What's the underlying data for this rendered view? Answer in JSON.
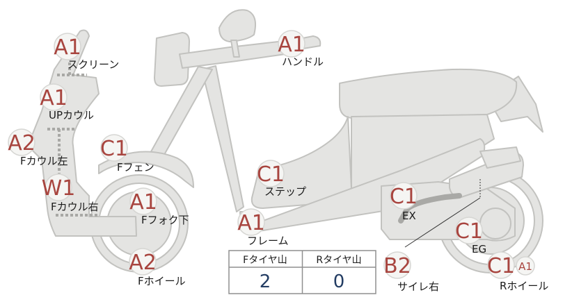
{
  "colors": {
    "body_fill": "#e4e4e2",
    "body_stroke": "#c2c2bf",
    "grade": "#a8453f",
    "circle_fill": "#f5f5f3",
    "circle_stroke": "#d6d6d3",
    "label": "#1a1a1a",
    "dotted": "#a8a8a5",
    "exhaust": "#a9a9a6",
    "table_border": "#8f8f8f",
    "table_value": "#233d63"
  },
  "parts": {
    "screen": {
      "grade": "A1",
      "label": "スクリーン"
    },
    "upper_cowl": {
      "grade": "A1",
      "label": "UPカウル"
    },
    "f_cowl_left": {
      "grade": "A2",
      "label": "Fカウル左"
    },
    "f_cowl_right": {
      "grade": "W1",
      "label": "Fカウル右"
    },
    "f_fender": {
      "grade": "C1",
      "label": "Fフェン"
    },
    "f_fork_lower": {
      "grade": "A1",
      "label": "Fフォク下"
    },
    "f_wheel": {
      "grade": "A2",
      "label": "Fホイール"
    },
    "handle": {
      "grade": "A1",
      "label": "ハンドル"
    },
    "frame": {
      "grade": "A1",
      "label": "フレーム"
    },
    "step": {
      "grade": "C1",
      "label": "ステップ"
    },
    "exhaust": {
      "grade": "C1",
      "label": "EX"
    },
    "engine": {
      "grade": "C1",
      "label": "EG"
    },
    "r_wheel": {
      "grade": "C1",
      "grade_secondary": "A1",
      "label": "Rホイール"
    },
    "silencer_right": {
      "grade": "B2",
      "label": "サイレ右"
    }
  },
  "tire_table": {
    "headers": [
      "Fタイヤ山",
      "Rタイヤ山"
    ],
    "values": [
      "2",
      "0"
    ]
  }
}
